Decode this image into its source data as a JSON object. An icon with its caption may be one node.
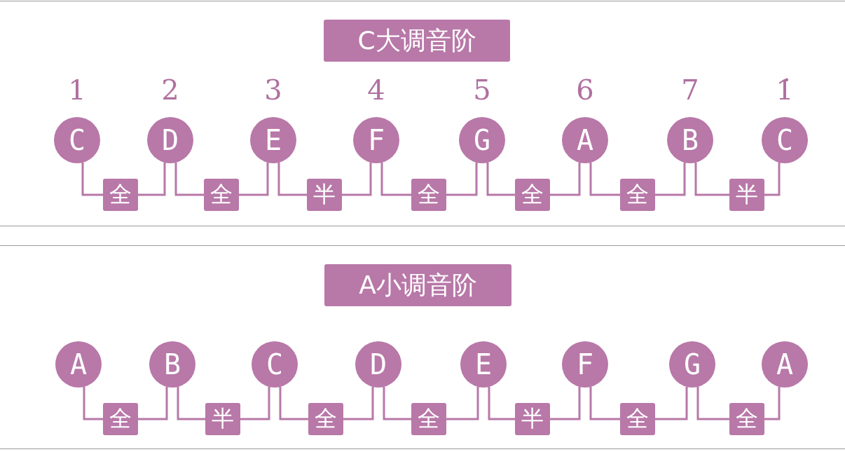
{
  "diagram": {
    "nodes": [
      {
        "text": [
          "C大调音阶"
        ]
      },
      {
        "text": [
          "C"
        ],
        "beside": [
          "1"
        ]
      },
      {
        "text": [
          "D"
        ],
        "beside": [
          "2"
        ]
      },
      {
        "text": [
          "E"
        ],
        "beside": [
          "3"
        ]
      },
      {
        "text": [
          "F"
        ],
        "beside": [
          "4"
        ]
      },
      {
        "text": [
          "G"
        ],
        "beside": [
          "5"
        ]
      },
      {
        "text": [
          "A"
        ],
        "beside": [
          "6"
        ]
      },
      {
        "text": [
          "B"
        ],
        "beside": [
          "7"
        ]
      },
      {
        "text": [
          "C"
        ],
        "beside": [
          "1̇"
        ]
      },
      {
        "text": [
          "全"
        ]
      },
      {
        "text": [
          "全"
        ]
      },
      {
        "text": [
          "半"
        ]
      },
      {
        "text": [
          "全"
        ]
      },
      {
        "text": [
          "全"
        ]
      },
      {
        "text": [
          "全"
        ]
      },
      {
        "text": [
          "半"
        ]
      },
      {
        "text": [
          "A小调音阶"
        ]
      },
      {
        "text": [
          "A"
        ]
      },
      {
        "text": [
          "B"
        ]
      },
      {
        "text": [
          "C"
        ]
      },
      {
        "text": [
          "D"
        ]
      },
      {
        "text": [
          "E"
        ]
      },
      {
        "text": [
          "F"
        ]
      },
      {
        "text": [
          "G"
        ]
      },
      {
        "text": [
          "A"
        ]
      },
      {
        "text": [
          "全"
        ]
      },
      {
        "text": [
          "半"
        ]
      },
      {
        "text": [
          "全"
        ]
      },
      {
        "text": [
          "全"
        ]
      },
      {
        "text": [
          "半"
        ]
      },
      {
        "text": [
          "全"
        ]
      },
      {
        "text": [
          "全"
        ]
      }
    ],
    "edges": [
      {
        "from": 1,
        "to": 9,
        "arrow": "none"
      },
      {
        "from": 9,
        "to": 2,
        "arrow": "none"
      },
      {
        "from": 2,
        "to": 10,
        "arrow": "none"
      },
      {
        "from": 10,
        "to": 3,
        "arrow": "none"
      },
      {
        "from": 3,
        "to": 11,
        "arrow": "none"
      },
      {
        "from": 11,
        "to": 4,
        "arrow": "none"
      },
      {
        "from": 4,
        "to": 12,
        "arrow": "none"
      },
      {
        "from": 12,
        "to": 5,
        "arrow": "none"
      },
      {
        "from": 5,
        "to": 13,
        "arrow": "none"
      },
      {
        "from": 13,
        "to": 6,
        "arrow": "none"
      },
      {
        "from": 6,
        "to": 14,
        "arrow": "none"
      },
      {
        "from": 14,
        "to": 7,
        "arrow": "none"
      },
      {
        "from": 7,
        "to": 15,
        "arrow": "none"
      },
      {
        "from": 15,
        "to": 8,
        "arrow": "none"
      },
      {
        "from": 17,
        "to": 25,
        "arrow": "none"
      },
      {
        "from": 25,
        "to": 18,
        "arrow": "none"
      },
      {
        "from": 18,
        "to": 26,
        "arrow": "none"
      },
      {
        "from": 26,
        "to": 19,
        "arrow": "none"
      },
      {
        "from": 19,
        "to": 27,
        "arrow": "none"
      },
      {
        "from": 27,
        "to": 20,
        "arrow": "none"
      },
      {
        "from": 20,
        "to": 28,
        "arrow": "none"
      },
      {
        "from": 28,
        "to": 21,
        "arrow": "none"
      },
      {
        "from": 21,
        "to": 29,
        "arrow": "none"
      },
      {
        "from": 29,
        "to": 22,
        "arrow": "none"
      },
      {
        "from": 22,
        "to": 30,
        "arrow": "none"
      },
      {
        "from": 30,
        "to": 23,
        "arrow": "none"
      },
      {
        "from": 23,
        "to": 31,
        "arrow": "none"
      },
      {
        "from": 31,
        "to": 24,
        "arrow": "none"
      }
    ]
  }
}
